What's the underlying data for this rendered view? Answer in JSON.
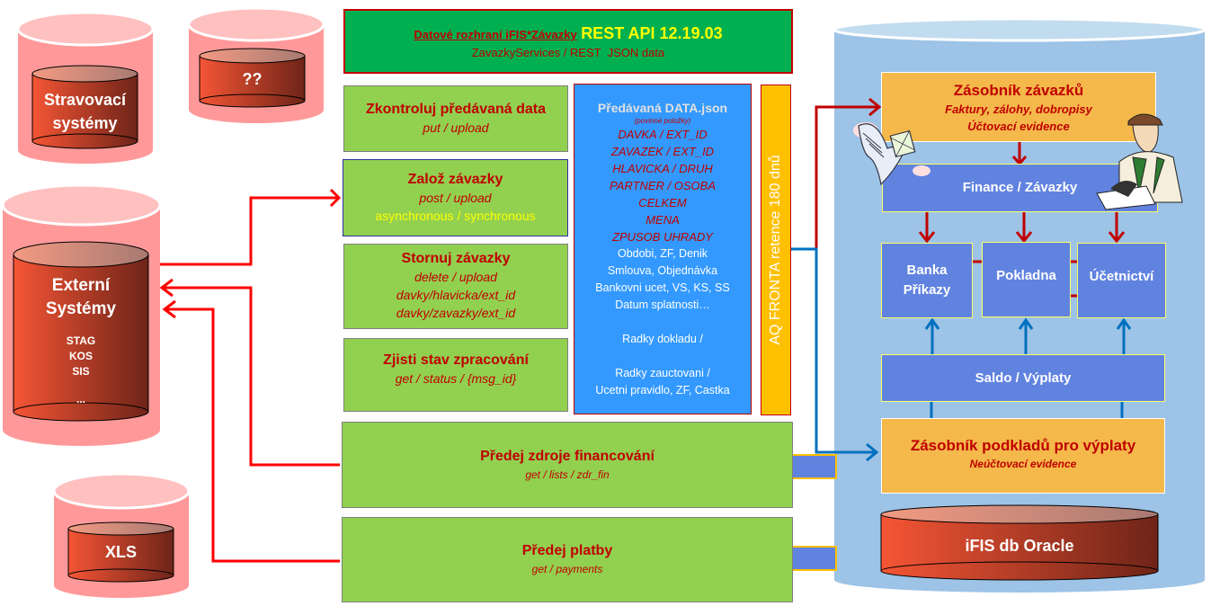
{
  "header": {
    "title_prefix": "Datové rozhraní iFIS*Závazky",
    "title_main": "REST API 12.19.03",
    "subtitle": "ZavazkyServices / REST  JSON data"
  },
  "external_systems": {
    "stravovaci": {
      "line1": "Stravovací",
      "line2": "systémy"
    },
    "unknown": {
      "label": "??"
    },
    "externi": {
      "line1": "Externí",
      "line2": "Systémy",
      "items": [
        "STAG",
        "KOS",
        "SIS",
        "..."
      ]
    },
    "xls": {
      "label": "XLS"
    }
  },
  "operations": [
    {
      "title": "Zkontroluj předávaná data",
      "method": "put / upload"
    },
    {
      "title": "Založ závazky",
      "method": "post / upload",
      "note": "asynchronous / synchronous"
    },
    {
      "title": "Stornuj závazky",
      "method": "delete / upload",
      "paths": [
        "davky/hlavicka/ext_id",
        "davky/zavazky/ext_id"
      ]
    },
    {
      "title": "Zjisti stav zpracování",
      "method": "get / status / {msg_id}"
    }
  ],
  "data_json": {
    "title": "Předávaná DATA.json",
    "required_note": "(povinné položky)",
    "required_fields": [
      "DAVKA / EXT_ID",
      "ZAVAZEK / EXT_ID",
      "HLAVICKA / DRUH",
      "PARTNER / OSOBA",
      "CELKEM",
      "MENA",
      "ZPUSOB UHRADY"
    ],
    "optional_fields": [
      "Obdobi, ZF, Denik",
      "Smlouva, Objednávka",
      "Bankovni ucet, VS, KS, SS",
      "Datum splatnosti…",
      "",
      "Radky dokladu /",
      "",
      "Radky zauctovani /",
      "Ucetni pravidlo, ZF, Castka"
    ]
  },
  "queue": {
    "label": "AQ FRONTA retence 180 dnů"
  },
  "outputs": [
    {
      "title": "Předej zdroje financování",
      "method": "get / lists / zdr_fin"
    },
    {
      "title": "Předej platby",
      "method": "get / payments"
    }
  ],
  "ifis": {
    "zasobnik_zavazku": {
      "title": "Zásobník závazků",
      "line1": "Faktury, zálohy, dobropisy",
      "line2": "Účtovací evidence"
    },
    "finance": {
      "label": "Finance / Závazky"
    },
    "banka": {
      "line1": "Banka",
      "line2": "Příkazy"
    },
    "pokladna": {
      "label": "Pokladna"
    },
    "ucetnictvi": {
      "label": "Účetnictví"
    },
    "saldo": {
      "label": "Saldo / Výplaty"
    },
    "zasobnik_podkladu": {
      "title": "Zásobník podkladů pro výplaty",
      "subtitle": "Neúčtovací evidence"
    },
    "db": {
      "label": "iFIS db Oracle"
    }
  },
  "colors": {
    "accent_red": "#c00000",
    "line_red": "#ff0000",
    "line_blue": "#0070c0",
    "green": "#92d050",
    "header_green": "#00b050",
    "json_blue": "#3399ff",
    "queue_orange": "#ffc000",
    "ifis_blue": "#9dc3e6"
  }
}
